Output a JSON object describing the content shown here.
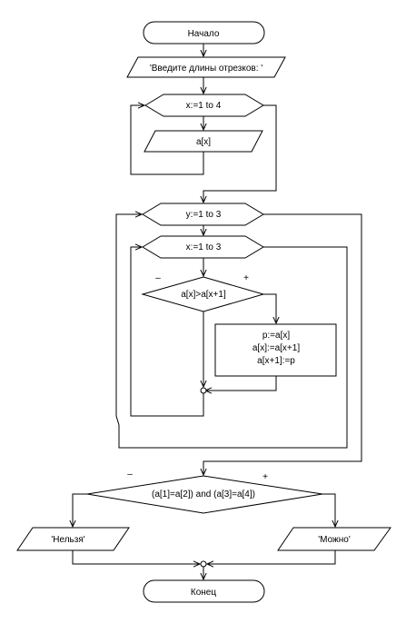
{
  "flowchart": {
    "start_label": "Начало",
    "input_prompt": "'Введите длины отрезков: '",
    "loop1_label": "x:=1 to 4",
    "input_array": "a[x]",
    "outer_loop_label": "y:=1 to 3",
    "inner_loop_label": "x:=1 to 3",
    "compare_condition": "a[x]>a[x+1]",
    "compare_no": "–",
    "compare_yes": "+",
    "swap_lines": [
      "p:=a[x]",
      "a[x]:=a[x+1]",
      "a[x+1]:=p"
    ],
    "final_condition": "(a[1]=a[2]) and (a[3]=a[4])",
    "final_no": "–",
    "final_yes": "+",
    "output_no": "'Нельзя'",
    "output_yes": "'Можно'",
    "end_label": "Конец"
  }
}
